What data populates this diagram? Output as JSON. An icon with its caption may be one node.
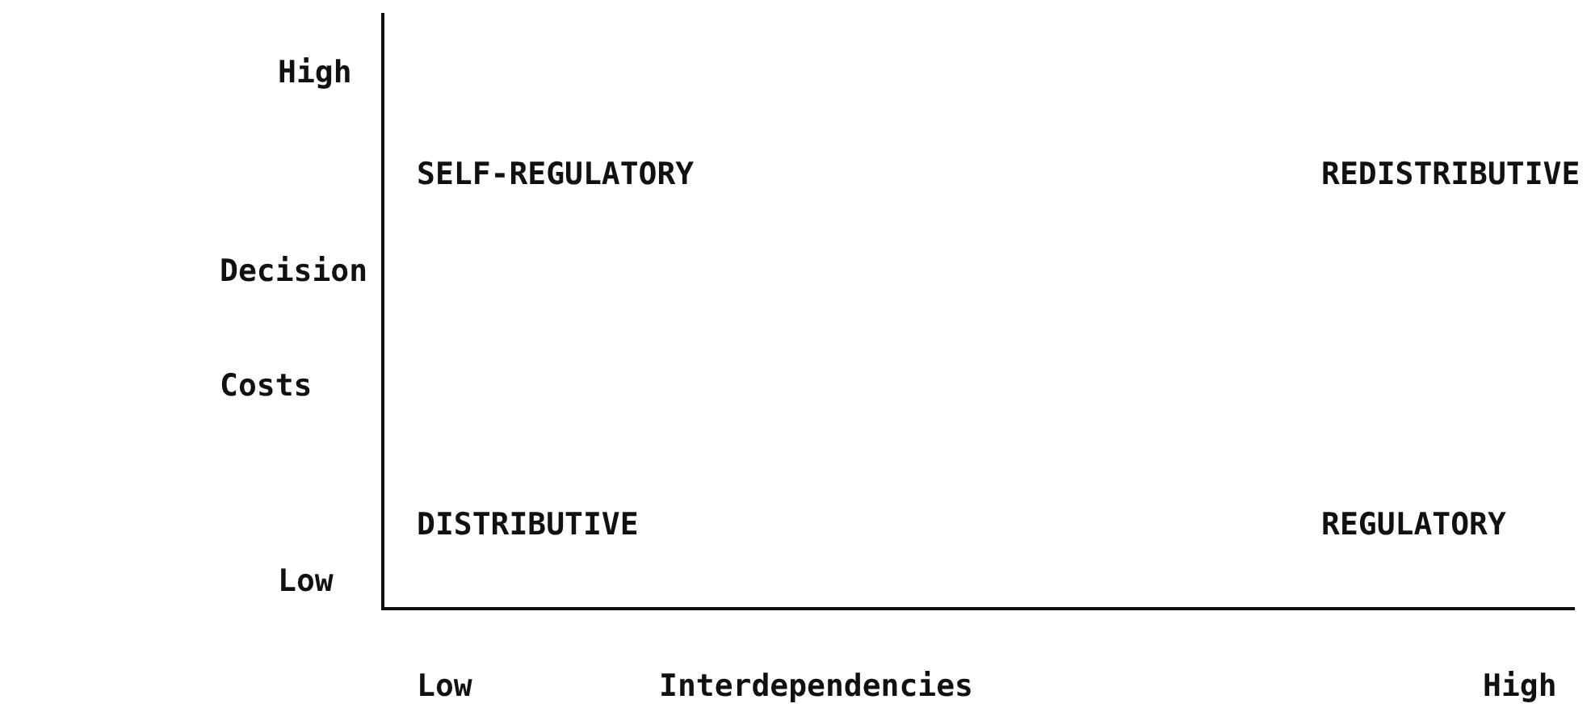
{
  "diagram": {
    "labels": [
      "High",
      "SELF-REGULATORY",
      "REDISTRIBUTIVE",
      "Decision Costs",
      "DISTRIBUTIVE",
      "REGULATORY",
      "Low",
      "Low",
      "Interdependencies",
      "High"
    ]
  }
}
